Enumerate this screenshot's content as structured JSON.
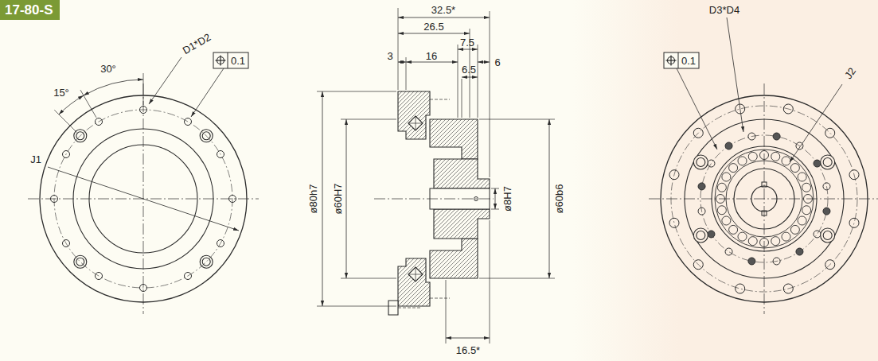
{
  "diagram": {
    "title": "17-80-S",
    "labels": [
      "15°",
      "30°",
      "D1*D2",
      "0.1",
      "J1",
      "32.5*",
      "26.5",
      "3",
      "16",
      "7.5",
      "6",
      "6.5",
      "ø80h7",
      "ø60H7",
      "ø8H7",
      "ø60b6",
      "16.5*",
      "D3*D4",
      "0.1",
      "J2"
    ]
  }
}
